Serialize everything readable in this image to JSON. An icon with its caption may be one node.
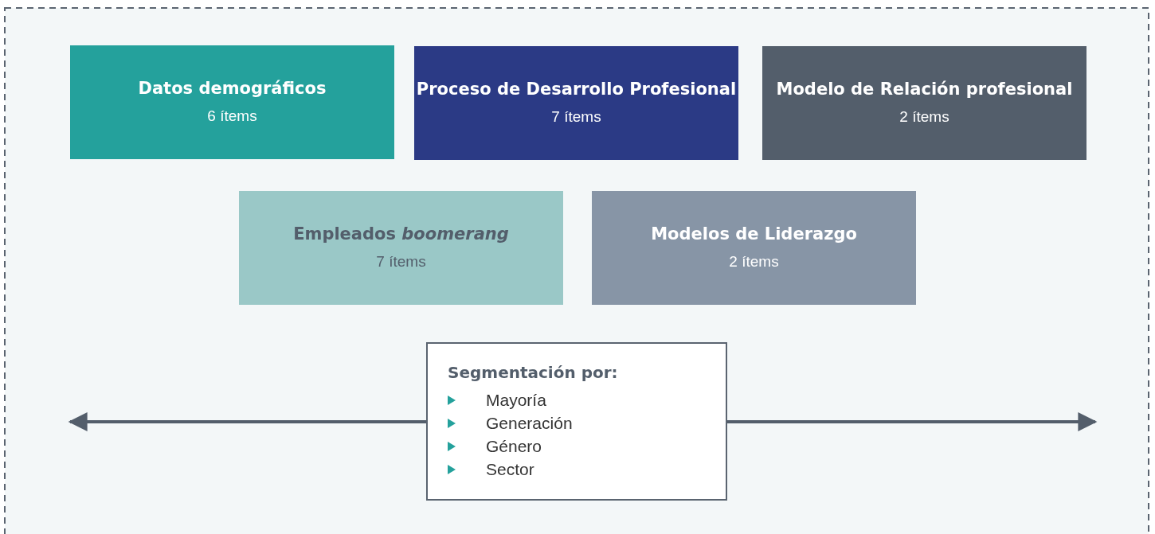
{
  "diagram": {
    "nodes": [
      {
        "text": [
          "Datos demográficos",
          "6 ítems"
        ]
      },
      {
        "text": [
          "Proceso de Desarrollo Profesional",
          "7 ítems"
        ]
      },
      {
        "text": [
          "Modelo de Relación profesional",
          "2 ítems"
        ]
      },
      {
        "text": [
          "Empleados *boomerang*",
          "7 ítems"
        ]
      },
      {
        "text": [
          "Modelos de Liderazgo",
          "2 ítems"
        ]
      },
      {
        "text": [
          "Segmentación por:",
          "Mayoría",
          "Generación",
          "Género",
          "Sector"
        ]
      }
    ],
    "edges": [
      {
        "from": 5,
        "to": null,
        "arrow": "to"
      },
      {
        "from": 5,
        "to": null,
        "arrow": "to"
      }
    ]
  }
}
